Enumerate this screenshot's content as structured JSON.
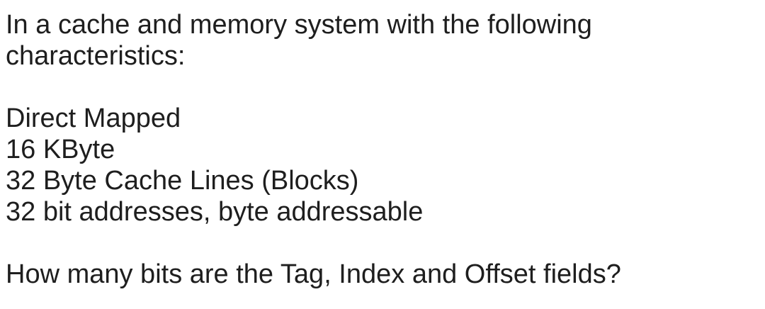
{
  "page": {
    "background_color": "#ffffff",
    "text_color": "#1e1e1e"
  },
  "question": {
    "intro": {
      "line1": "In a cache and memory system with the following",
      "line2": "characteristics:"
    },
    "characteristics": [
      "Direct Mapped",
      "16 KByte",
      "32 Byte Cache Lines (Blocks)",
      "32 bit addresses, byte addressable"
    ],
    "prompt": "How many bits are the Tag, Index and Offset fields?"
  }
}
